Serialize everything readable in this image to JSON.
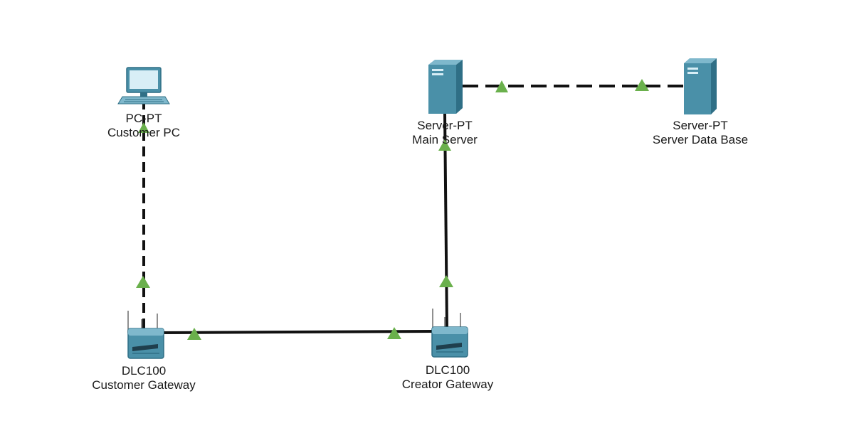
{
  "colors": {
    "background": "#ffffff",
    "link": "#111111",
    "link_up_indicator": "#6ab04c",
    "device_body": "#4a90a8",
    "device_dark": "#2f6f86",
    "device_light": "#7fb8cc"
  },
  "devices": [
    {
      "id": "pc",
      "icon": "pc-icon",
      "model": "PC-PT",
      "name": "Customer PC"
    },
    {
      "id": "main-server",
      "icon": "server-icon",
      "model": "Server-PT",
      "name": "Main Server"
    },
    {
      "id": "db-server",
      "icon": "server-icon",
      "model": "Server-PT",
      "name": "Server Data Base"
    },
    {
      "id": "customer-gw",
      "icon": "wireless-router-icon",
      "model": "DLC100",
      "name": "Customer Gateway"
    },
    {
      "id": "creator-gw",
      "icon": "wireless-router-icon",
      "model": "DLC100",
      "name": "Creator Gateway"
    }
  ],
  "links": [
    {
      "from": "pc",
      "to": "customer-gw",
      "style": "dashed",
      "status": "up"
    },
    {
      "from": "customer-gw",
      "to": "creator-gw",
      "style": "solid",
      "status": "up"
    },
    {
      "from": "creator-gw",
      "to": "main-server",
      "style": "solid",
      "status": "up"
    },
    {
      "from": "main-server",
      "to": "db-server",
      "style": "dashed",
      "status": "up"
    }
  ]
}
